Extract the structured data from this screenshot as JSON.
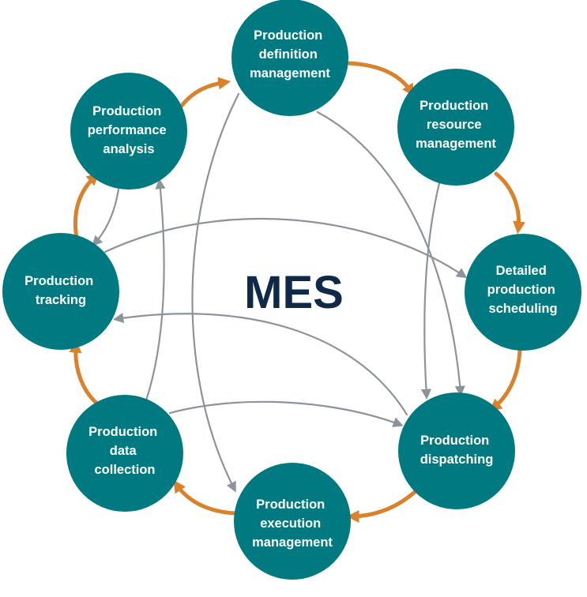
{
  "title": "MES",
  "nodes": [
    {
      "id": "definition",
      "lines": [
        "Production",
        "definition",
        "management"
      ]
    },
    {
      "id": "resource",
      "lines": [
        "Production",
        "resource",
        "management"
      ]
    },
    {
      "id": "scheduling",
      "lines": [
        "Detailed",
        "production",
        "scheduling"
      ]
    },
    {
      "id": "dispatching",
      "lines": [
        "Production",
        "dispatching"
      ]
    },
    {
      "id": "execution",
      "lines": [
        "Production",
        "execution",
        "management"
      ]
    },
    {
      "id": "collection",
      "lines": [
        "Production",
        "data",
        "collection"
      ]
    },
    {
      "id": "tracking",
      "lines": [
        "Production",
        "tracking"
      ]
    },
    {
      "id": "performance",
      "lines": [
        "Production",
        "performance",
        "analysis"
      ]
    }
  ],
  "colors": {
    "node_fill": "#007a80",
    "node_text": "#ffffff",
    "title": "#0f2a48",
    "cycle_arrow": "#d9822b",
    "info_arrow": "#8c939b"
  }
}
